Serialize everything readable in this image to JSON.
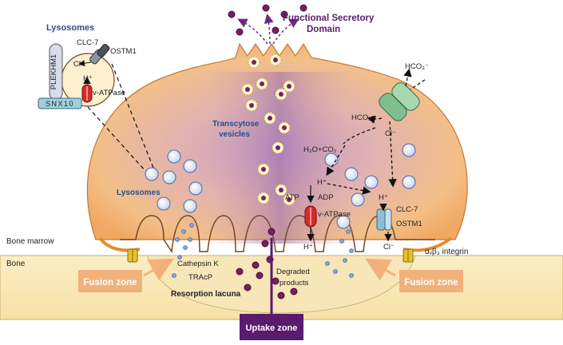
{
  "labels": {
    "functional_secretory": [
      "Functional Secretory",
      "Domain"
    ],
    "transcytose": [
      "Transcytose",
      "vesicles"
    ],
    "lysosomes_top": "Lysosomes",
    "lysosomes_cell": "Lysosomes",
    "clc7_top": "CLC-7",
    "ostm1_top": "OSTM1",
    "cl_minus_top": "Cl⁻",
    "h_plus_top": "H⁺",
    "plekhm1": "PLEKHM1",
    "snx10": "SNX10",
    "vatpase_top": "v-ATPase",
    "hco3_out": "HCO₃⁻",
    "hco3_in": "HCO₃⁻",
    "cl_right": "Cl⁻",
    "h2o_co2": "H₂O+CO₂",
    "h_plus_mid": "H⁺",
    "atp": "ATP",
    "adp": "ADP",
    "vatpase_mid": "v-ATPase",
    "h_plus_bottom": "H⁺",
    "h_plus_right": "H⁺",
    "clc7_right": "CLC-7",
    "ostm1_right": "OSTM1",
    "cl_bottom": "Cl⁻",
    "bone_marrow": "Bone marrow",
    "bone": "Bone",
    "integrin": "αᵥβ₃ integrin",
    "cathepsin": "Cathepsin K",
    "tracp": "TRAcP",
    "resorption": "Resorption lacuna",
    "degraded": [
      "Degraded",
      "products"
    ],
    "fusion_left": "Fusion zone",
    "fusion_right": "Fusion zone",
    "uptake": "Uptake zone"
  },
  "colors": {
    "cell_outer": "#f6c48f",
    "cell_inner": "#c9a0c9",
    "bone": "#fbeec0",
    "vatpase": "#d62b2b",
    "clc7": "#8fbfd6",
    "exchanger": "#7fbf8f",
    "uptake_box": "#5a1a6e",
    "fusion_box": "#f2b07a"
  }
}
